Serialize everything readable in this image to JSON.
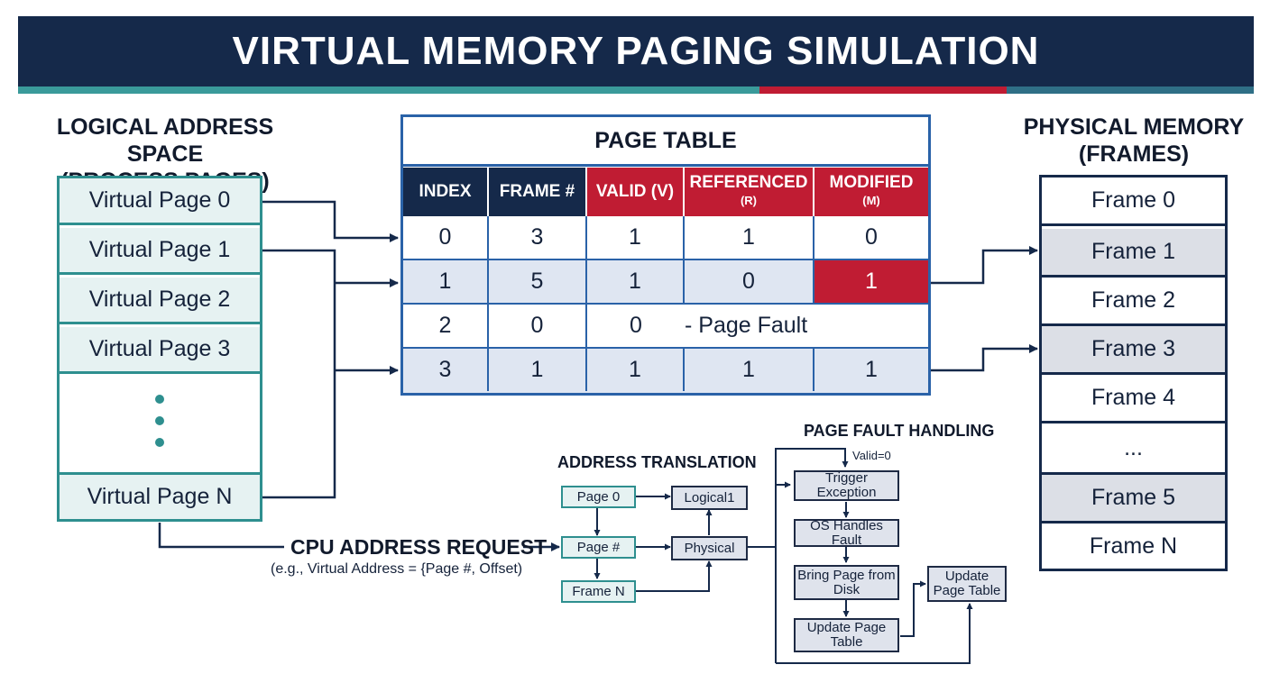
{
  "header": {
    "title": "VIRTUAL MEMORY PAGING SIMULATION"
  },
  "logical": {
    "title_line1": "LOGICAL ADDRESS SPACE",
    "title_line2": "(PROCESS PAGES)",
    "pages": [
      "Virtual Page 0",
      "Virtual Page 1",
      "Virtual Page 2",
      "Virtual Page 3"
    ],
    "last_page": "Virtual Page N"
  },
  "page_table": {
    "title": "PAGE TABLE",
    "headers": [
      {
        "label": "INDEX",
        "sub": ""
      },
      {
        "label": "FRAME #",
        "sub": ""
      },
      {
        "label": "VALID (V)",
        "sub": ""
      },
      {
        "label": "REFERENCED",
        "sub": "(R)"
      },
      {
        "label": "MODIFIED",
        "sub": "(M)"
      }
    ],
    "rows": [
      [
        "0",
        "3",
        "1",
        "1",
        "0"
      ],
      [
        "1",
        "5",
        "1",
        "0",
        "1"
      ],
      [
        "2",
        "0",
        "0",
        "- Page Fault",
        ""
      ],
      [
        "3",
        "1",
        "1",
        "1",
        "1"
      ]
    ]
  },
  "physical": {
    "title_line1": "PHYSICAL MEMORY",
    "title_line2": "(FRAMES)",
    "frames": [
      "Frame 0",
      "Frame 1",
      "Frame 2",
      "Frame 3",
      "Frame 4",
      "...",
      "Frame 5",
      "Frame N"
    ]
  },
  "cpu": {
    "title": "CPU ADDRESS REQUEST",
    "subtitle": "(e.g., Virtual Address = {Page #, Offset)"
  },
  "translation": {
    "title": "ADDRESS TRANSLATION",
    "page0": "Page 0",
    "page_num": "Page #",
    "frame_n": "Frame N",
    "logical1": "Logical1",
    "physical": "Physical"
  },
  "fault": {
    "title": "PAGE FAULT HANDLING",
    "valid_label": "Valid=0",
    "trigger": "Trigger Exception",
    "os_handles": "OS Handles Fault",
    "bring_page": "Bring Page from Disk",
    "update1": "Update Page Table",
    "update2": "Update Page Table"
  },
  "colors": {
    "navy": "#15294a",
    "red": "#c01c33",
    "teal": "#2e8f8f",
    "blue": "#2a62a8"
  }
}
